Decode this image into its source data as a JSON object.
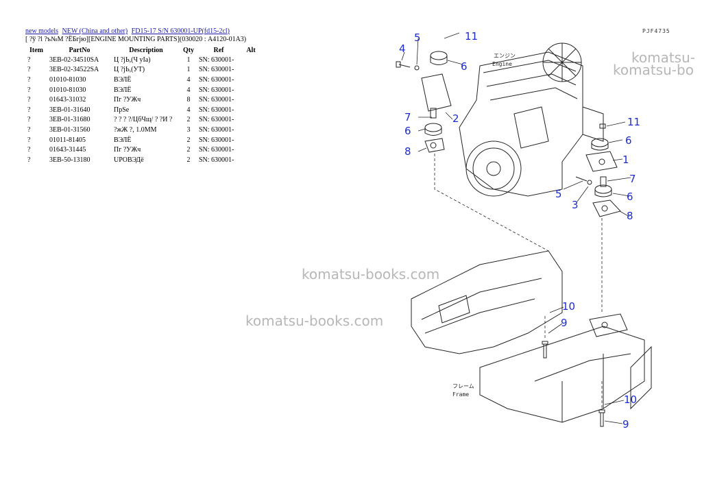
{
  "breadcrumbs": [
    {
      "label": "new models"
    },
    {
      "label": "NEW (China and other)"
    },
    {
      "label": "FD15-17 S/N 630001-UP(fd15-2cl)"
    }
  ],
  "subtitle": "[ ?ў ?l ?ъ№М ?ЁБгјю][ENGINE MOUNTING PARTS](030020 : A4120-01A3)",
  "table": {
    "headers": {
      "item": "Item",
      "partno": "PartNo",
      "description": "Description",
      "qty": "Qty",
      "ref": "Ref",
      "alt": "Alt"
    },
    "rows": [
      {
        "item": "?",
        "partno": "3EB-02-34510SA",
        "description": "Ц ?jЬ,(Ч уIа)",
        "qty": "1",
        "ref": "SN: 630001-",
        "alt": ""
      },
      {
        "item": "?",
        "partno": "3EB-02-34522SA",
        "description": "Ц ?jЬ,(УТ)",
        "qty": "1",
        "ref": "SN: 630001-",
        "alt": ""
      },
      {
        "item": "?",
        "partno": "01010-81030",
        "description": "ВЭЛЁ",
        "qty": "4",
        "ref": "SN: 630001-",
        "alt": ""
      },
      {
        "item": "?",
        "partno": "01010-81030",
        "description": "ВЭЛЁ",
        "qty": "4",
        "ref": "SN: 630001-",
        "alt": ""
      },
      {
        "item": "?",
        "partno": "01643-31032",
        "description": "Пг ?УЖч",
        "qty": "8",
        "ref": "SN: 630001-",
        "alt": ""
      },
      {
        "item": "?",
        "partno": "3EB-01-31640",
        "description": "ПрЅе",
        "qty": "4",
        "ref": "SN: 630001-",
        "alt": ""
      },
      {
        "item": "?",
        "partno": "3EB-01-31680",
        "description": "? ? ? ?/ЦбЧщ/ ? ?И ?",
        "qty": "2",
        "ref": "SN: 630001-",
        "alt": ""
      },
      {
        "item": "?",
        "partno": "3EB-01-31560",
        "description": "?жЖ ?, 1.0MM",
        "qty": "3",
        "ref": "SN: 630001-",
        "alt": ""
      },
      {
        "item": "?",
        "partno": "01011-81405",
        "description": "ВЭЛЁ",
        "qty": "2",
        "ref": "SN: 630001-",
        "alt": ""
      },
      {
        "item": "?",
        "partno": "01643-31445",
        "description": "Пг ?УЖч",
        "qty": "2",
        "ref": "SN: 630001-",
        "alt": ""
      },
      {
        "item": "?",
        "partno": "3EB-50-13180",
        "description": "UPОВЭДё",
        "qty": "2",
        "ref": "SN: 630001-",
        "alt": ""
      }
    ]
  },
  "diagram": {
    "code": "PJF4735",
    "engine_label_jp": "エンジン",
    "engine_label": "Engine",
    "frame_label_jp": "フレーム",
    "frame_label": "Frame",
    "callouts": [
      "11",
      "4",
      "5",
      "6",
      "2",
      "7",
      "6",
      "8",
      "11",
      "6",
      "1",
      "7",
      "5",
      "3",
      "6",
      "8",
      "10",
      "9",
      "10",
      "9"
    ],
    "callout_color": "#1a2bd0"
  },
  "watermarks": [
    "komatsu-",
    "komatsu-bo",
    "komatsu-books.com",
    "komatsu-books.com"
  ]
}
